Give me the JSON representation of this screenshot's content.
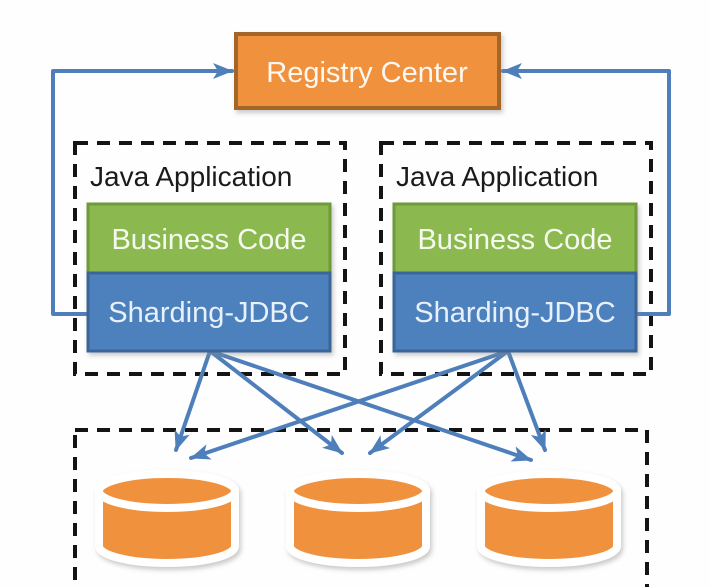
{
  "registry": {
    "label": "Registry Center"
  },
  "applications": [
    {
      "title": "Java Application",
      "business_label": "Business Code",
      "sharding_label": "Sharding-JDBC"
    },
    {
      "title": "Java Application",
      "business_label": "Business Code",
      "sharding_label": "Sharding-JDBC"
    }
  ],
  "databases": {
    "count": 3,
    "icon": "database-cylinder"
  },
  "colors": {
    "box_orange": "#F0913E",
    "box_orange_border": "#A4652A",
    "box_green": "#8CB950",
    "box_green_border": "#70993B",
    "box_blue": "#4E81BD",
    "box_blue_border": "#3A6596",
    "connector_blue": "#4E7FBA",
    "dashed_border": "#141414",
    "cylinder_outline": "#FFFFFF",
    "label_light": "#FFFFFF",
    "label_dark": "#1A1A1A"
  }
}
